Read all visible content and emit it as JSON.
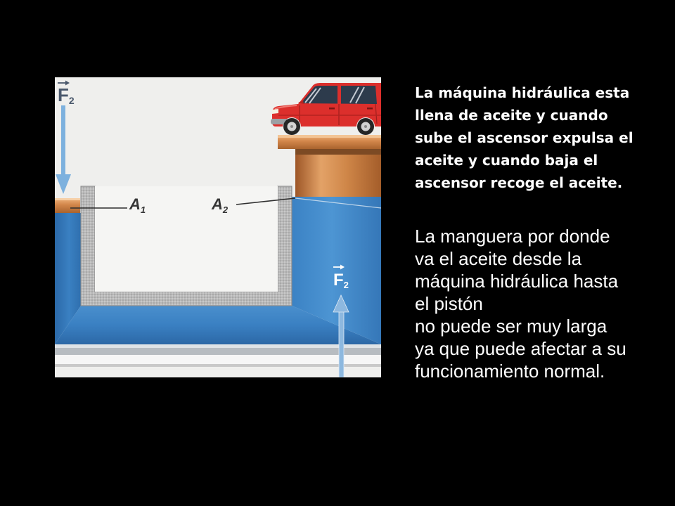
{
  "slide": {
    "background_color": "#000000",
    "text_color": "#ffffff"
  },
  "diagram": {
    "colors": {
      "panel": "#efefed",
      "fluid": "#3a80c2",
      "force_arrow": "#7db1de",
      "piston": "#d2864a",
      "car_body": "#dc2f2c",
      "wall": "#b9b9b9"
    },
    "labels": {
      "force_left": {
        "symbol": "F",
        "subscript": "2"
      },
      "area_small": {
        "symbol": "A",
        "subscript": "1"
      },
      "area_large": {
        "symbol": "A",
        "subscript": "2"
      },
      "force_right": {
        "symbol": "F",
        "subscript": "2"
      }
    }
  },
  "text": {
    "paragraph_1": {
      "lines": [
        "La máquina hidráulica esta",
        "llena de aceite y cuando",
        "sube el ascensor expulsa el",
        "aceite y cuando baja el",
        "ascensor recoge el aceite."
      ]
    },
    "paragraph_2": {
      "lines": [
        "La manguera por donde",
        "va el aceite desde la",
        "máquina hidráulica hasta",
        "el pistón",
        "no puede ser muy larga",
        "ya que puede afectar a su",
        "funcionamiento normal."
      ]
    }
  }
}
